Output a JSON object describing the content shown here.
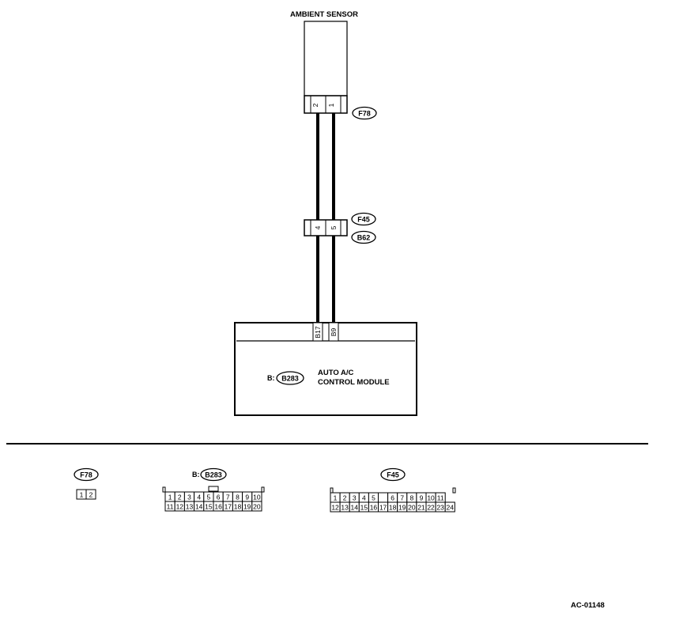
{
  "components": {
    "ambient_sensor": {
      "title": "AMBIENT SENSOR"
    },
    "auto_ac_module": {
      "line1": "AUTO A/C",
      "line2": "CONTROL MODULE",
      "prefix": "B:",
      "connector": "B283"
    }
  },
  "connectors": {
    "f78": {
      "tag": "F78",
      "pins": [
        "2",
        "1"
      ]
    },
    "f45_b62": {
      "tag_top": "F45",
      "tag_bottom": "B62",
      "pins": [
        "4",
        "5"
      ]
    },
    "module_pins": [
      "B17",
      "B9"
    ]
  },
  "legend": {
    "f78": {
      "tag": "F78",
      "pins": [
        "1",
        "2"
      ]
    },
    "b283": {
      "prefix": "B:",
      "tag": "B283",
      "row1": [
        "1",
        "2",
        "3",
        "4",
        "5",
        "6",
        "7",
        "8",
        "9",
        "10"
      ],
      "row2": [
        "11",
        "12",
        "13",
        "14",
        "15",
        "16",
        "17",
        "18",
        "19",
        "20"
      ]
    },
    "f45": {
      "tag": "F45",
      "row1": [
        "1",
        "2",
        "3",
        "4",
        "5",
        "",
        "6",
        "7",
        "8",
        "9",
        "10",
        "11"
      ],
      "row2": [
        "12",
        "13",
        "14",
        "15",
        "16",
        "17",
        "18",
        "19",
        "20",
        "21",
        "22",
        "23",
        "24"
      ]
    }
  },
  "footer": {
    "code": "AC-01148"
  }
}
